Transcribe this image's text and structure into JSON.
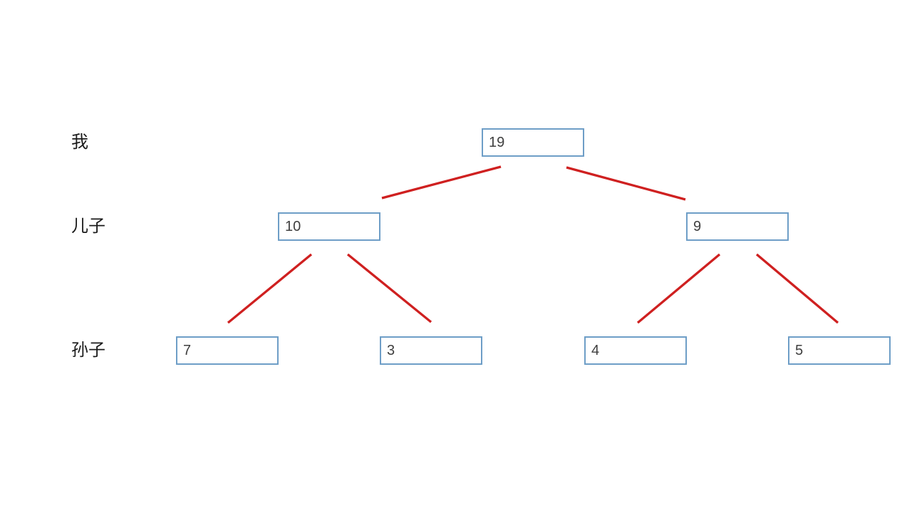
{
  "diagram": {
    "row_labels": [
      {
        "id": "me",
        "text": "我"
      },
      {
        "id": "son",
        "text": "儿子"
      },
      {
        "id": "grandson",
        "text": "孙子"
      }
    ],
    "nodes": [
      {
        "id": "root",
        "generation": "me",
        "value": "19"
      },
      {
        "id": "son-left",
        "generation": "son",
        "value": "10"
      },
      {
        "id": "son-right",
        "generation": "son",
        "value": "9"
      },
      {
        "id": "grandson-1",
        "generation": "grandson",
        "value": "7"
      },
      {
        "id": "grandson-2",
        "generation": "grandson",
        "value": "3"
      },
      {
        "id": "grandson-3",
        "generation": "grandson",
        "value": "4"
      },
      {
        "id": "grandson-4",
        "generation": "grandson",
        "value": "5"
      }
    ],
    "edges": [
      {
        "from": "root",
        "to": "son-left"
      },
      {
        "from": "root",
        "to": "son-right"
      },
      {
        "from": "son-left",
        "to": "grandson-1"
      },
      {
        "from": "son-left",
        "to": "grandson-2"
      },
      {
        "from": "son-right",
        "to": "grandson-3"
      },
      {
        "from": "son-right",
        "to": "grandson-4"
      }
    ],
    "colors": {
      "edge": "#cf2020",
      "box_border": "#6e9ec7",
      "node_text": "#3f3f3f",
      "label_text": "#1a1a1a",
      "background": "#ffffff"
    }
  }
}
